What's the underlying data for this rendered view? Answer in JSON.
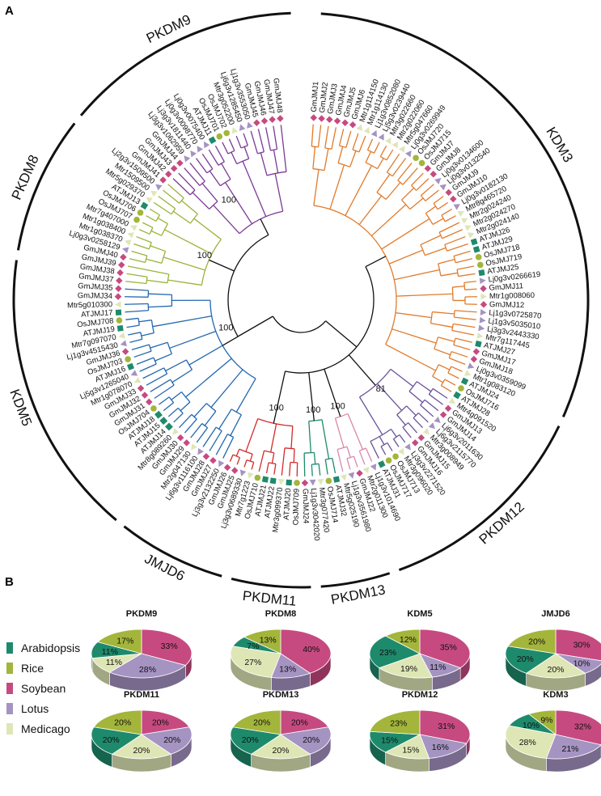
{
  "panel_letters": {
    "a": "A",
    "b": "B"
  },
  "colors": {
    "Arabidopsis": "#1e8a6c",
    "Rice": "#a3b53a",
    "Soybean": "#c64a80",
    "Lotus": "#a593c2",
    "Medicago": "#dfe6b6"
  },
  "legend": [
    {
      "label": "Arabidopsis",
      "icon": "square"
    },
    {
      "label": "Rice",
      "icon": "circle"
    },
    {
      "label": "Soybean",
      "icon": "diamond"
    },
    {
      "label": "Lotus",
      "icon": "triangle"
    },
    {
      "label": "Medicago",
      "icon": "triangle-light"
    }
  ],
  "bootstrap_labels": [
    "100",
    "100",
    "100",
    "100",
    "100",
    "100",
    "81"
  ],
  "clades": [
    {
      "name": "KDM3",
      "color": "#e07b2c",
      "leaves": [
        {
          "n": "GmJMJ1",
          "s": "Soybean"
        },
        {
          "n": "GmJMJ2",
          "s": "Soybean"
        },
        {
          "n": "GmJMJ3",
          "s": "Soybean"
        },
        {
          "n": "GmJMJ4",
          "s": "Soybean"
        },
        {
          "n": "GmJMJ5",
          "s": "Soybean"
        },
        {
          "n": "GmJMJ6",
          "s": "Soybean"
        },
        {
          "n": "Mtr1g114150",
          "s": "Medicago"
        },
        {
          "n": "Mtr1g114130",
          "s": "Medicago"
        },
        {
          "n": "Lj1g3v0852080",
          "s": "Lotus"
        },
        {
          "n": "Lj5g3v0239440",
          "s": "Lotus"
        },
        {
          "n": "Mtr3g022660",
          "s": "Medicago"
        },
        {
          "n": "Mtr2g022060",
          "s": "Medicago"
        },
        {
          "n": "Mtr5g047660",
          "s": "Medicago"
        },
        {
          "n": "Lj0g3v0269949",
          "s": "Lotus"
        },
        {
          "n": "OsJMJ720",
          "s": "Rice"
        },
        {
          "n": "OsJMJ715",
          "s": "Rice"
        },
        {
          "n": "GmJMJ7",
          "s": "Soybean"
        },
        {
          "n": "GmJMJ8",
          "s": "Soybean"
        },
        {
          "n": "Lj0g3v0134600",
          "s": "Lotus"
        },
        {
          "n": "Lj0g3v0132540",
          "s": "Lotus"
        },
        {
          "n": "GmJMJ9",
          "s": "Soybean"
        },
        {
          "n": "GmJMJ10",
          "s": "Soybean"
        },
        {
          "n": "Lj0g3v0182130",
          "s": "Lotus"
        },
        {
          "n": "Mtr8g465720",
          "s": "Medicago"
        },
        {
          "n": "Mtr2g024240",
          "s": "Medicago"
        },
        {
          "n": "Mtr2g024270",
          "s": "Medicago"
        },
        {
          "n": "Mtr2g024140",
          "s": "Medicago"
        },
        {
          "n": "ATJMJ26",
          "s": "Arabidopsis"
        },
        {
          "n": "ATJMJ29",
          "s": "Arabidopsis"
        },
        {
          "n": "OsJMJ718",
          "s": "Rice"
        },
        {
          "n": "OsJMJ719",
          "s": "Rice"
        },
        {
          "n": "ATJMJ25",
          "s": "Arabidopsis"
        },
        {
          "n": "Lj0g3v0266619",
          "s": "Lotus"
        },
        {
          "n": "GmJMJ11",
          "s": "Soybean"
        },
        {
          "n": "Mtr1g008060",
          "s": "Medicago"
        },
        {
          "n": "GmJMJ12",
          "s": "Soybean"
        },
        {
          "n": "Lj1g3v0725870",
          "s": "Lotus"
        },
        {
          "n": "Lj1g3v5035010",
          "s": "Lotus"
        },
        {
          "n": "Lj3g3v2443330",
          "s": "Lotus"
        },
        {
          "n": "Mtr7g117445",
          "s": "Medicago"
        },
        {
          "n": "ATJMJ27",
          "s": "Arabidopsis"
        },
        {
          "n": "GmJMJ17",
          "s": "Soybean"
        },
        {
          "n": "GmJMJ18",
          "s": "Soybean"
        },
        {
          "n": "Lj0g3v0359099",
          "s": "Lotus"
        },
        {
          "n": "Mtr1g083120",
          "s": "Medicago"
        },
        {
          "n": "ATJMJ24",
          "s": "Arabidopsis"
        },
        {
          "n": "OsJMJ716",
          "s": "Rice"
        },
        {
          "n": "ATJMJ28",
          "s": "Arabidopsis"
        }
      ]
    },
    {
      "name": "PKDM12",
      "color": "#6a5298",
      "leaves": [
        {
          "n": "Mtr4g091520",
          "s": "Medicago"
        },
        {
          "n": "GmJMJ13",
          "s": "Soybean"
        },
        {
          "n": "GmJMJ14",
          "s": "Soybean"
        },
        {
          "n": "Lj6g3v2011630",
          "s": "Lotus"
        },
        {
          "n": "Lj6g3v2115770",
          "s": "Lotus"
        },
        {
          "n": "Mtr3g008949",
          "s": "Medicago"
        },
        {
          "n": "GmJMJ15",
          "s": "Soybean"
        },
        {
          "n": "GmJMJ16",
          "s": "Soybean"
        },
        {
          "n": "Lj3g3v2271520",
          "s": "Lotus"
        },
        {
          "n": "Mtr3g096020",
          "s": "Medicago"
        },
        {
          "n": "OsJMJ713",
          "s": "Rice"
        },
        {
          "n": "OsJMJ717",
          "s": "Rice"
        },
        {
          "n": "ATJMJ31",
          "s": "Arabidopsis"
        }
      ]
    },
    {
      "name": "PKDM13",
      "color": "#d987a8",
      "leaves": [
        {
          "n": "Lj1g3v1014690",
          "s": "Lotus"
        },
        {
          "n": "Mtr2g011300",
          "s": "Medicago"
        },
        {
          "n": "GmJMJ22",
          "s": "Soybean"
        },
        {
          "n": "Lj1g3v3561980",
          "s": "Lotus"
        },
        {
          "n": "Mtr5g025190",
          "s": "Medicago"
        }
      ]
    },
    {
      "name": "PKDM11",
      "color": "#1e8a6c",
      "leaves": [
        {
          "n": "ATJMJ32",
          "s": "Arabidopsis"
        },
        {
          "n": "OsJMJ714",
          "s": "Rice"
        },
        {
          "n": "Mtr3g077420",
          "s": "Medicago"
        },
        {
          "n": "Lj1g3v3042020",
          "s": "Lotus"
        },
        {
          "n": "GmJMJ24",
          "s": "Soybean"
        }
      ]
    },
    {
      "name": "JMJD6",
      "color": "#d42a2a",
      "leaves": [
        {
          "n": "OsJMJ709",
          "s": "Rice"
        },
        {
          "n": "ATJMJ20",
          "s": "Arabidopsis"
        },
        {
          "n": "Mtr3g099370",
          "s": "Medicago"
        },
        {
          "n": "ATJMJ22",
          "s": "Arabidopsis"
        },
        {
          "n": "ATJMJ21",
          "s": "Arabidopsis"
        },
        {
          "n": "OsJMJ710",
          "s": "Rice"
        },
        {
          "n": "Mtr7g1223",
          "s": "Medicago"
        },
        {
          "n": "Lj3g3v0689330",
          "s": "Lotus"
        },
        {
          "n": "GmJMJ25",
          "s": "Soybean"
        },
        {
          "n": "GmJMJ26",
          "s": "Soybean"
        }
      ]
    },
    {
      "name": "KDM5",
      "color": "#2367b0",
      "leaves": [
        {
          "n": "Lj3g3v2132250",
          "s": "Lotus"
        },
        {
          "n": "GmJMJ27",
          "s": "Soybean"
        },
        {
          "n": "GmJMJ28",
          "s": "Soybean"
        },
        {
          "n": "Lj6g3v1116100",
          "s": "Lotus"
        },
        {
          "n": "Mtr2g047130",
          "s": "Medicago"
        },
        {
          "n": "GmJMJ29",
          "s": "Soybean"
        },
        {
          "n": "GmJMJ30",
          "s": "Soybean"
        },
        {
          "n": "Mtr8g089260",
          "s": "Medicago"
        },
        {
          "n": "ATJMJ14",
          "s": "Arabidopsis"
        },
        {
          "n": "ATJMJ15",
          "s": "Arabidopsis"
        },
        {
          "n": "ATJMJ18",
          "s": "Arabidopsis"
        },
        {
          "n": "OsJMJ704",
          "s": "Rice"
        },
        {
          "n": "GmJMJ31",
          "s": "Soybean"
        },
        {
          "n": "GmJMJ32",
          "s": "Soybean"
        },
        {
          "n": "GmJMJ33",
          "s": "Soybean"
        },
        {
          "n": "Mtr1g078070",
          "s": "Medicago"
        },
        {
          "n": "Lj5g3v1265040",
          "s": "Lotus"
        },
        {
          "n": "ATJMJ16",
          "s": "Arabidopsis"
        },
        {
          "n": "OsJMJ703",
          "s": "Rice"
        },
        {
          "n": "GmJMJ36",
          "s": "Soybean"
        },
        {
          "n": "Lj1g3v4515430",
          "s": "Lotus"
        },
        {
          "n": "Mtr7g097070",
          "s": "Medicago"
        },
        {
          "n": "ATJMJ19",
          "s": "Arabidopsis"
        },
        {
          "n": "OsJMJ708",
          "s": "Rice"
        },
        {
          "n": "ATJMJ17",
          "s": "Arabidopsis"
        },
        {
          "n": "Mtr5g010300",
          "s": "Medicago"
        },
        {
          "n": "GmJMJ34",
          "s": "Soybean"
        },
        {
          "n": "GmJMJ35",
          "s": "Soybean"
        }
      ]
    },
    {
      "name": "PKDM8",
      "color": "#9ab33a",
      "leaves": [
        {
          "n": "GmJMJ37",
          "s": "Soybean"
        },
        {
          "n": "GmJMJ38",
          "s": "Soybean"
        },
        {
          "n": "GmJMJ39",
          "s": "Soybean"
        },
        {
          "n": "GmJMJ40",
          "s": "Soybean"
        },
        {
          "n": "Lj0g3v0258129",
          "s": "Lotus"
        },
        {
          "n": "Mtr1g038370",
          "s": "Medicago"
        },
        {
          "n": "Mtr1g038400",
          "s": "Medicago"
        },
        {
          "n": "Mtr7g407000",
          "s": "Medicago"
        },
        {
          "n": "OsJMJ707",
          "s": "Rice"
        },
        {
          "n": "OsJMJ706",
          "s": "Rice"
        },
        {
          "n": "ATJMJ13",
          "s": "Arabidopsis"
        },
        {
          "n": "Mtr5g029370",
          "s": "Medicago"
        },
        {
          "n": "Mtr1509500",
          "s": "Medicago"
        },
        {
          "n": "Lj2g3v1509500",
          "s": "Lotus"
        },
        {
          "n": "GmJMJ41",
          "s": "Soybean"
        }
      ]
    },
    {
      "name": "PKDM9",
      "color": "#7a3a96",
      "leaves": [
        {
          "n": "GmJMJ42",
          "s": "Soybean"
        },
        {
          "n": "GmJMJ43",
          "s": "Soybean"
        },
        {
          "n": "GmJMJ44",
          "s": "Soybean"
        },
        {
          "n": "Lj3g3v1062959",
          "s": "Lotus"
        },
        {
          "n": "Lj3g3v1811440",
          "s": "Lotus"
        },
        {
          "n": "Lj0g3v0098770",
          "s": "Lotus"
        },
        {
          "n": "Lj0g3v0075400",
          "s": "Lotus"
        },
        {
          "n": "ATJMJ11",
          "s": "Arabidopsis"
        },
        {
          "n": "OsJMJ701",
          "s": "Rice"
        },
        {
          "n": "OsJMJ702",
          "s": "Rice"
        },
        {
          "n": "Mtr3g052200",
          "s": "Medicago"
        },
        {
          "n": "Lj6g3v1285450",
          "s": "Lotus"
        },
        {
          "n": "Lj1g3v3553050",
          "s": "Lotus"
        },
        {
          "n": "GmJMJ45",
          "s": "Soybean"
        },
        {
          "n": "GmJMJ46",
          "s": "Soybean"
        },
        {
          "n": "GmJMJ47",
          "s": "Soybean"
        },
        {
          "n": "GmJMJ48",
          "s": "Soybean"
        }
      ]
    }
  ],
  "chart_data": [
    {
      "type": "pie",
      "title": "PKDM9",
      "slices": [
        {
          "label": "Soybean",
          "value": 33
        },
        {
          "label": "Lotus",
          "value": 28
        },
        {
          "label": "Medicago",
          "value": 11
        },
        {
          "label": "Arabidopsis",
          "value": 11
        },
        {
          "label": "Rice",
          "value": 17
        }
      ]
    },
    {
      "type": "pie",
      "title": "PKDM8",
      "slices": [
        {
          "label": "Soybean",
          "value": 40
        },
        {
          "label": "Lotus",
          "value": 13
        },
        {
          "label": "Medicago",
          "value": 27
        },
        {
          "label": "Arabidopsis",
          "value": 7
        },
        {
          "label": "Rice",
          "value": 13
        }
      ]
    },
    {
      "type": "pie",
      "title": "KDM5",
      "slices": [
        {
          "label": "Soybean",
          "value": 35
        },
        {
          "label": "Lotus",
          "value": 11
        },
        {
          "label": "Medicago",
          "value": 19
        },
        {
          "label": "Arabidopsis",
          "value": 23
        },
        {
          "label": "Rice",
          "value": 12
        }
      ]
    },
    {
      "type": "pie",
      "title": "JMJD6",
      "slices": [
        {
          "label": "Soybean",
          "value": 30
        },
        {
          "label": "Lotus",
          "value": 10
        },
        {
          "label": "Medicago",
          "value": 20
        },
        {
          "label": "Arabidopsis",
          "value": 20
        },
        {
          "label": "Rice",
          "value": 20
        }
      ]
    },
    {
      "type": "pie",
      "title": "PKDM11",
      "slices": [
        {
          "label": "Soybean",
          "value": 20
        },
        {
          "label": "Lotus",
          "value": 20
        },
        {
          "label": "Medicago",
          "value": 20
        },
        {
          "label": "Arabidopsis",
          "value": 20
        },
        {
          "label": "Rice",
          "value": 20
        }
      ]
    },
    {
      "type": "pie",
      "title": "PKDM13",
      "slices": [
        {
          "label": "Soybean",
          "value": 20
        },
        {
          "label": "Lotus",
          "value": 20
        },
        {
          "label": "Medicago",
          "value": 20
        },
        {
          "label": "Arabidopsis",
          "value": 20
        },
        {
          "label": "Rice",
          "value": 20
        }
      ]
    },
    {
      "type": "pie",
      "title": "PKDM12",
      "slices": [
        {
          "label": "Soybean",
          "value": 31
        },
        {
          "label": "Lotus",
          "value": 16
        },
        {
          "label": "Medicago",
          "value": 15
        },
        {
          "label": "Arabidopsis",
          "value": 15
        },
        {
          "label": "Rice",
          "value": 23
        }
      ]
    },
    {
      "type": "pie",
      "title": "KDM3",
      "slices": [
        {
          "label": "Soybean",
          "value": 32
        },
        {
          "label": "Lotus",
          "value": 21
        },
        {
          "label": "Medicago",
          "value": 28
        },
        {
          "label": "Arabidopsis",
          "value": 10
        },
        {
          "label": "Rice",
          "value": 9
        }
      ]
    }
  ]
}
